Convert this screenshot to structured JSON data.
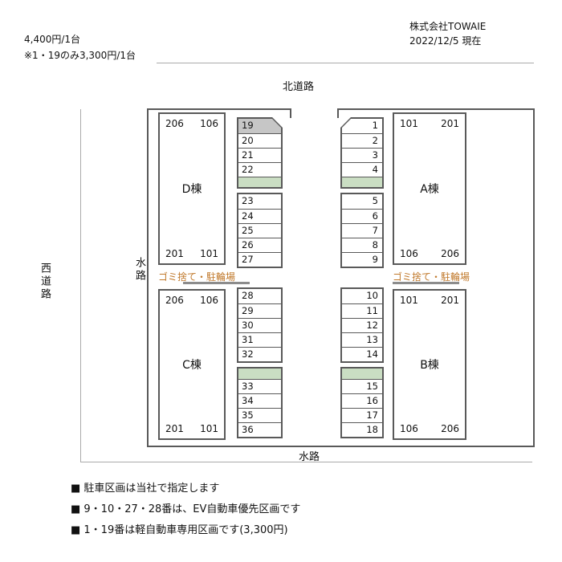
{
  "header": {
    "price_line1": "4,400円/1台",
    "price_line2": "※1・19のみ3,300円/1台",
    "company": "株式会社TOWAIE",
    "as_of_date": "2022/12/5 現在"
  },
  "roads": {
    "north": "北道路",
    "west": "西道路",
    "west_waterway": "水路",
    "south_waterway": "水路"
  },
  "buildings": {
    "d": {
      "label": "D棟",
      "top": [
        "206",
        "106"
      ],
      "bottom": [
        "201",
        "101"
      ]
    },
    "a": {
      "label": "A棟",
      "top": [
        "101",
        "201"
      ],
      "bottom": [
        "106",
        "206"
      ]
    },
    "c": {
      "label": "C棟",
      "top": [
        "206",
        "106"
      ],
      "bottom": [
        "201",
        "101"
      ]
    },
    "b": {
      "label": "B棟",
      "top": [
        "101",
        "201"
      ],
      "bottom": [
        "106",
        "206"
      ]
    }
  },
  "facilities": {
    "garbage_bike_left": "ゴミ捨て・駐輪場",
    "garbage_bike_right": "ゴミ捨て・駐輪場"
  },
  "parking": {
    "left": {
      "group1": [
        "19",
        "20",
        "21",
        "22"
      ],
      "group2": [
        "23",
        "24",
        "25",
        "26",
        "27"
      ],
      "group3": [
        "28",
        "29",
        "30",
        "31",
        "32"
      ],
      "group4": [
        "33",
        "34",
        "35",
        "36"
      ]
    },
    "right": {
      "group1": [
        "1",
        "2",
        "3",
        "4"
      ],
      "group2": [
        "5",
        "6",
        "7",
        "8",
        "9"
      ],
      "group3": [
        "10",
        "11",
        "12",
        "13",
        "14"
      ],
      "group4": [
        "15",
        "16",
        "17",
        "18"
      ]
    }
  },
  "notes": [
    "■ 駐車区画は当社で指定します",
    "■ 9・10・27・28番は、EV自動車優先区画です",
    "■ 1・19番は軽自動車専用区画です(3,300円)"
  ],
  "colors": {
    "space_gray": "#c6c6c6",
    "planting_green": "#cadec3",
    "facility_label_orange": "#c0782a",
    "line_dark": "#595959"
  }
}
